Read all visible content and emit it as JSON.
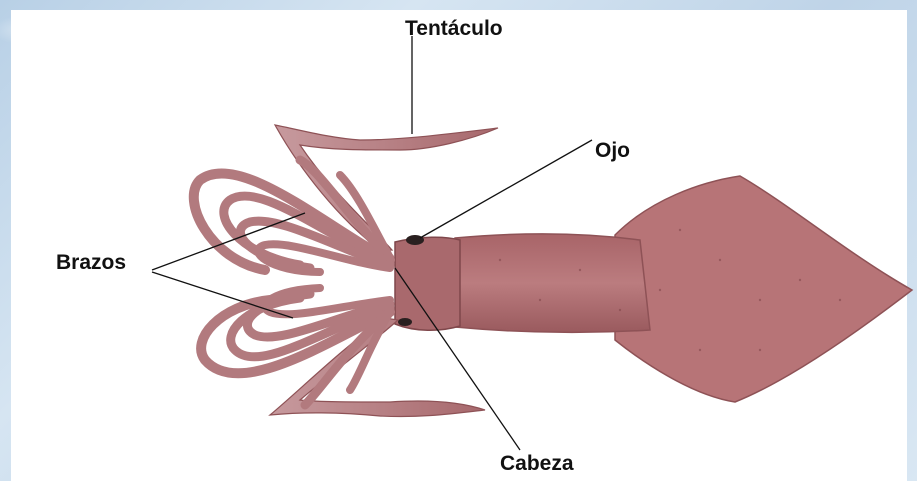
{
  "diagram": {
    "labels": {
      "tentacle": "Tentáculo",
      "eye": "Ojo",
      "arms": "Brazos",
      "head": "Cabeza"
    }
  },
  "colors": {
    "background": "#c9dcec",
    "panel": "#ffffff",
    "squid_body": "#b06f72",
    "squid_dark": "#8e5256",
    "leader_line": "#111111"
  }
}
